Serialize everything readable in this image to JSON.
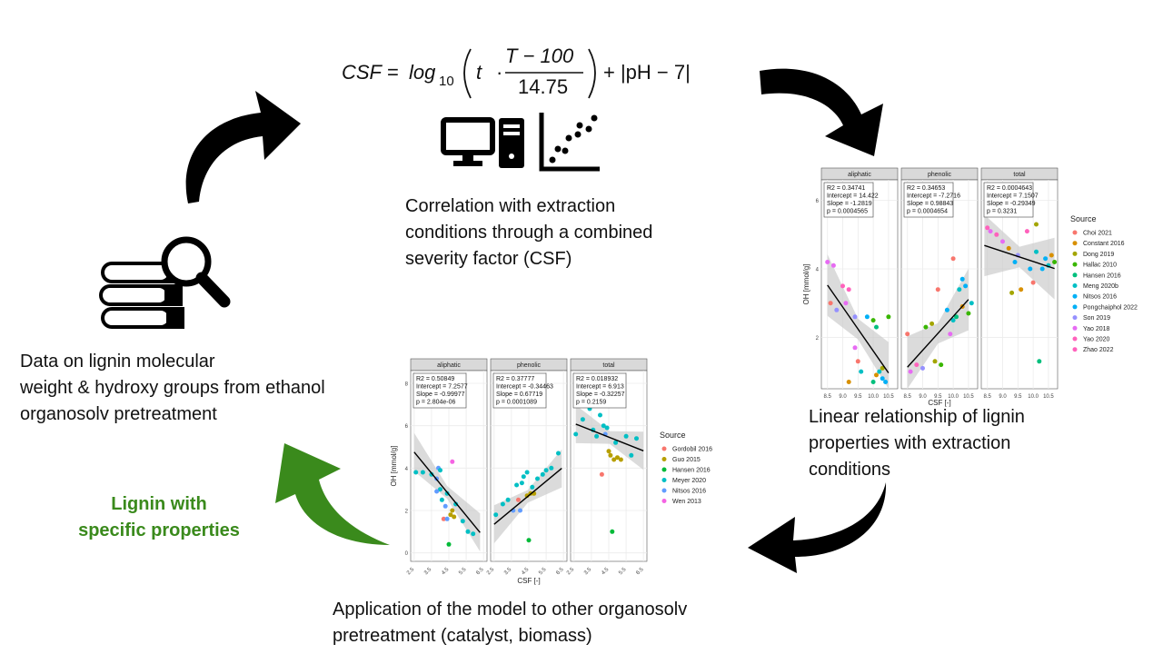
{
  "formula": {
    "csf": "CSF",
    "equals": "=",
    "log": "log",
    "sub10": "10",
    "t": "t",
    "dot": "·",
    "numerator": "T − 100",
    "denominator": "14.75",
    "tail": "+ |pH  − 7|"
  },
  "captions": {
    "correlation": [
      "Correlation with extraction",
      "conditions through a combined",
      "severity factor (CSF)"
    ],
    "data": [
      "Data on lignin molecular",
      "weight & hydroxy groups from ethanol",
      "organosolv pretreatment"
    ],
    "linear": [
      "Linear relationship of lignin",
      "properties with extraction",
      "conditions"
    ],
    "application": [
      "Application of the model to other organosolv",
      "pretreatment (catalyst, biomass)"
    ],
    "lignin": [
      "Lignin with",
      "specific properties"
    ]
  },
  "icons": [
    "computer-icon",
    "scatter-plot-icon",
    "books-icon",
    "magnifier-icon"
  ],
  "arrow_colors": {
    "black": "#000000",
    "green": "#3a8a1c"
  },
  "chart_data": [
    {
      "type": "scatter",
      "facets": [
        "aliphatic",
        "phenolic",
        "total"
      ],
      "xlabel": "CSF [-]",
      "ylabel": "OH [mmol/g]",
      "xticks": [
        "8.5",
        "9.0",
        "9.5",
        "10.0",
        "10.5"
      ],
      "xlim": [
        8.3,
        10.8
      ],
      "yticks": [
        "2",
        "4",
        "6"
      ],
      "ylim": [
        0.5,
        6.6
      ],
      "legend_title": "Source",
      "legend_placement": "right",
      "series": [
        {
          "name": "Choi 2021",
          "color": "#f8766d"
        },
        {
          "name": "Constant 2016",
          "color": "#d89000"
        },
        {
          "name": "Dong 2019",
          "color": "#a3a500"
        },
        {
          "name": "Hallac 2010",
          "color": "#39b600"
        },
        {
          "name": "Hansen 2016",
          "color": "#00bf7d"
        },
        {
          "name": "Meng 2020b",
          "color": "#00bfc4"
        },
        {
          "name": "Nitsos 2016",
          "color": "#00b0f6"
        },
        {
          "name": "Pongchaiphol 2022",
          "color": "#00b0f6"
        },
        {
          "name": "Son 2019",
          "color": "#9590ff"
        },
        {
          "name": "Yao 2018",
          "color": "#e76bf3"
        },
        {
          "name": "Yao 2020",
          "color": "#ff62bc"
        },
        {
          "name": "Zhao 2022",
          "color": "#ff62bc"
        }
      ],
      "stats": [
        [
          "R2 =  0.34741",
          "Intercept = 14.422",
          "Slope = -1.2819",
          "p = 0.0004565"
        ],
        [
          "R2 =  0.34653",
          "Intercept = -7.2716",
          "Slope = 0.98843",
          "p = 0.0004654"
        ],
        [
          "R2 =  0.0004643",
          "Intercept = 7.1507",
          "Slope = -0.29349",
          "p = 0.3231"
        ]
      ],
      "fit": [
        {
          "intercept": 14.422,
          "slope": -1.2819,
          "x": [
            8.5,
            10.5
          ]
        },
        {
          "intercept": -7.2716,
          "slope": 0.98843,
          "x": [
            8.5,
            10.5
          ]
        },
        {
          "intercept": 7.1507,
          "slope": -0.29349,
          "x": [
            8.4,
            10.7
          ]
        }
      ],
      "points": [
        [
          [
            8.5,
            4.2,
            9
          ],
          [
            8.6,
            3.0,
            0
          ],
          [
            8.7,
            4.1,
            9
          ],
          [
            9.0,
            3.5,
            10
          ],
          [
            9.1,
            3.0,
            9
          ],
          [
            9.2,
            3.4,
            10
          ],
          [
            9.4,
            2.6,
            8
          ],
          [
            9.5,
            1.3,
            0
          ],
          [
            9.6,
            1.0,
            5
          ],
          [
            9.8,
            2.6,
            6
          ],
          [
            10.0,
            0.7,
            4
          ],
          [
            10.0,
            2.5,
            3
          ],
          [
            10.1,
            0.9,
            1
          ],
          [
            10.1,
            2.3,
            4
          ],
          [
            10.2,
            1.0,
            5
          ],
          [
            10.3,
            0.8,
            7
          ],
          [
            10.3,
            1.1,
            2
          ],
          [
            10.4,
            0.7,
            6
          ],
          [
            10.5,
            2.6,
            3
          ],
          [
            8.8,
            2.8,
            8
          ],
          [
            9.4,
            1.7,
            9
          ],
          [
            9.2,
            0.7,
            1
          ]
        ],
        [
          [
            8.5,
            2.1,
            0
          ],
          [
            8.6,
            1.0,
            9
          ],
          [
            8.8,
            1.2,
            10
          ],
          [
            9.0,
            1.1,
            8
          ],
          [
            9.1,
            2.3,
            3
          ],
          [
            9.3,
            2.4,
            2
          ],
          [
            9.5,
            3.4,
            0
          ],
          [
            9.6,
            1.2,
            3
          ],
          [
            9.8,
            2.8,
            6
          ],
          [
            10.0,
            2.5,
            5
          ],
          [
            10.0,
            4.3,
            0
          ],
          [
            10.1,
            2.6,
            4
          ],
          [
            10.2,
            3.4,
            5
          ],
          [
            10.3,
            3.7,
            7
          ],
          [
            10.3,
            2.9,
            1
          ],
          [
            10.4,
            3.5,
            6
          ],
          [
            10.5,
            2.7,
            3
          ],
          [
            10.6,
            3.0,
            5
          ],
          [
            9.9,
            2.1,
            9
          ],
          [
            9.4,
            1.3,
            2
          ]
        ],
        [
          [
            8.5,
            5.2,
            10
          ],
          [
            8.6,
            5.1,
            9
          ],
          [
            8.8,
            5.0,
            10
          ],
          [
            9.0,
            4.8,
            9
          ],
          [
            9.2,
            4.6,
            1
          ],
          [
            9.3,
            3.3,
            2
          ],
          [
            9.5,
            4.4,
            8
          ],
          [
            9.6,
            3.4,
            1
          ],
          [
            9.8,
            5.1,
            10
          ],
          [
            9.9,
            4.0,
            6
          ],
          [
            10.0,
            3.6,
            0
          ],
          [
            10.1,
            4.5,
            5
          ],
          [
            10.1,
            5.3,
            2
          ],
          [
            10.2,
            1.3,
            4
          ],
          [
            10.3,
            4.0,
            7
          ],
          [
            10.4,
            4.3,
            6
          ],
          [
            10.5,
            4.1,
            5
          ],
          [
            10.6,
            4.4,
            1
          ],
          [
            10.7,
            4.2,
            3
          ],
          [
            9.4,
            4.2,
            7
          ]
        ]
      ]
    },
    {
      "type": "scatter",
      "facets": [
        "aliphatic",
        "phenolic",
        "total"
      ],
      "xlabel": "CSF [-]",
      "ylabel": "OH [mmol/g]",
      "xticks": [
        "2.5",
        "3.5",
        "4.5",
        "5.5",
        "6.5"
      ],
      "xlim": [
        2.3,
        6.7
      ],
      "yticks": [
        "0",
        "2",
        "4",
        "6",
        "8"
      ],
      "ylim": [
        -0.4,
        8.6
      ],
      "legend_title": "Source",
      "legend_placement": "right",
      "series": [
        {
          "name": "Gordobil 2016",
          "color": "#f8766d"
        },
        {
          "name": "Guo 2015",
          "color": "#b79f00"
        },
        {
          "name": "Hansen 2016",
          "color": "#00ba38"
        },
        {
          "name": "Meyer 2020",
          "color": "#00bfc4"
        },
        {
          "name": "Nitsos 2016",
          "color": "#619cff"
        },
        {
          "name": "Wen 2013",
          "color": "#f564e3"
        }
      ],
      "stats": [
        [
          "R2 =  0.50849",
          "Intercept = 7.2577",
          "Slope = -0.99977",
          "p = 2.804e-06"
        ],
        [
          "R2 =  0.37777",
          "Intercept = -0.34463",
          "Slope = 0.67719",
          "p = 0.0001089"
        ],
        [
          "R2 =  0.018932",
          "Intercept = 6.913",
          "Slope = -0.32257",
          "p = 0.2159"
        ]
      ],
      "fit": [
        {
          "intercept": 7.2577,
          "slope": -0.99977,
          "x": [
            2.5,
            6.3
          ]
        },
        {
          "intercept": -0.34463,
          "slope": 0.67719,
          "x": [
            2.5,
            6.4
          ]
        },
        {
          "intercept": 6.913,
          "slope": -0.32257,
          "x": [
            2.6,
            6.5
          ]
        }
      ],
      "points": [
        [
          [
            2.6,
            3.8,
            3
          ],
          [
            3.0,
            3.8,
            3
          ],
          [
            3.5,
            3.7,
            3
          ],
          [
            3.8,
            3.5,
            4
          ],
          [
            3.9,
            4.0,
            4
          ],
          [
            4.0,
            3.0,
            3
          ],
          [
            4.1,
            2.5,
            3
          ],
          [
            4.2,
            1.6,
            0
          ],
          [
            4.3,
            2.2,
            4
          ],
          [
            4.4,
            2.8,
            3
          ],
          [
            4.5,
            0.4,
            2
          ],
          [
            4.6,
            1.8,
            1
          ],
          [
            4.7,
            2.0,
            1
          ],
          [
            4.8,
            1.7,
            1
          ],
          [
            4.9,
            2.3,
            3
          ],
          [
            4.7,
            4.3,
            5
          ],
          [
            5.3,
            1.5,
            3
          ],
          [
            5.6,
            1.0,
            3
          ],
          [
            5.9,
            0.9,
            3
          ],
          [
            4.4,
            1.6,
            4
          ],
          [
            3.8,
            2.9,
            4
          ],
          [
            4.0,
            3.9,
            3
          ]
        ],
        [
          [
            2.6,
            1.8,
            3
          ],
          [
            3.0,
            2.3,
            3
          ],
          [
            3.3,
            2.5,
            3
          ],
          [
            3.6,
            2.0,
            4
          ],
          [
            3.8,
            3.2,
            3
          ],
          [
            3.9,
            2.5,
            0
          ],
          [
            4.0,
            2.0,
            4
          ],
          [
            4.2,
            3.6,
            3
          ],
          [
            4.4,
            2.7,
            1
          ],
          [
            4.5,
            0.6,
            2
          ],
          [
            4.6,
            2.8,
            1
          ],
          [
            4.7,
            3.1,
            3
          ],
          [
            4.8,
            2.8,
            1
          ],
          [
            5.0,
            3.5,
            3
          ],
          [
            5.3,
            3.7,
            3
          ],
          [
            5.5,
            3.9,
            3
          ],
          [
            5.8,
            4.0,
            3
          ],
          [
            6.2,
            4.7,
            3
          ],
          [
            4.1,
            3.3,
            3
          ],
          [
            4.4,
            3.8,
            3
          ]
        ],
        [
          [
            2.6,
            5.6,
            3
          ],
          [
            3.0,
            6.3,
            3
          ],
          [
            3.4,
            6.8,
            3
          ],
          [
            3.6,
            5.8,
            3
          ],
          [
            3.8,
            5.5,
            3
          ],
          [
            4.0,
            6.5,
            3
          ],
          [
            4.1,
            3.7,
            0
          ],
          [
            4.3,
            5.6,
            4
          ],
          [
            4.4,
            5.9,
            3
          ],
          [
            4.5,
            4.8,
            1
          ],
          [
            4.6,
            4.6,
            1
          ],
          [
            4.7,
            1.0,
            2
          ],
          [
            4.8,
            4.4,
            1
          ],
          [
            4.9,
            5.2,
            3
          ],
          [
            5.0,
            4.5,
            1
          ],
          [
            5.2,
            4.4,
            1
          ],
          [
            5.5,
            5.5,
            3
          ],
          [
            5.8,
            4.6,
            3
          ],
          [
            6.1,
            5.4,
            3
          ],
          [
            4.2,
            6.0,
            3
          ]
        ]
      ]
    }
  ]
}
